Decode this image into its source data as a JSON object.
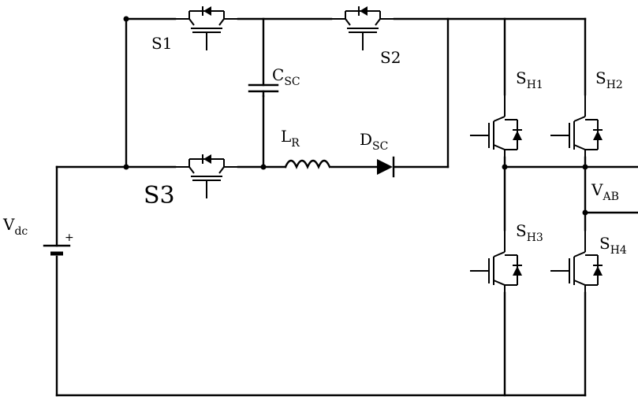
{
  "labels": {
    "s1": "S1",
    "s2": "S2",
    "s3": "S3",
    "csc_main": "C",
    "csc_sub": "SC",
    "lr_main": "L",
    "lr_sub": "R",
    "dsc_main": "D",
    "dsc_sub": "SC",
    "vdc_main": "V",
    "vdc_sub": "dc",
    "plus": "+",
    "sh1_main": "S",
    "sh1_sub": "H1",
    "sh2_main": "S",
    "sh2_sub": "H2",
    "sh3_main": "S",
    "sh3_sub": "H3",
    "sh4_main": "S",
    "sh4_sub": "H4",
    "vab_main": "V",
    "vab_sub": "AB"
  },
  "icons": {
    "igbt": "igbt-with-antiparallel-diode-icon",
    "capacitor": "capacitor-icon",
    "inductor": "inductor-icon",
    "diode": "diode-icon",
    "battery": "battery-icon"
  },
  "colors": {
    "ink": "#000000",
    "background": "#ffffff"
  }
}
